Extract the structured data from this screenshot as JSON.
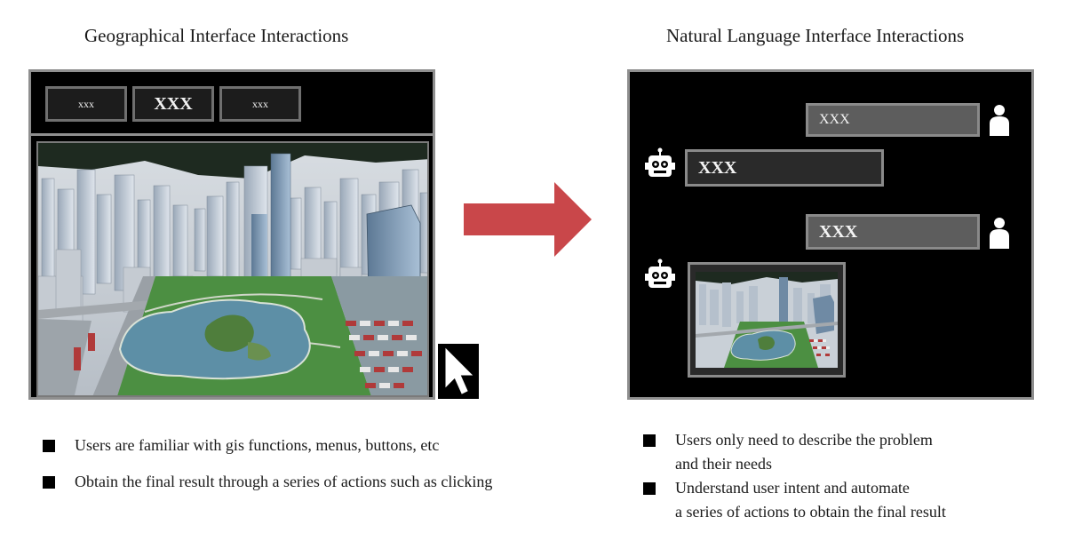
{
  "left_panel": {
    "title": "Geographical Interface Interactions",
    "toolbar_buttons": [
      "xxx",
      "XXX",
      "xxx"
    ],
    "bullets": [
      "Users are familiar with gis functions, menus, buttons, etc",
      "Obtain the final result through a series of actions such as clicking"
    ]
  },
  "right_panel": {
    "title": "Natural Language Interface Interactions",
    "messages": {
      "user_1": "XXX",
      "bot_1": "XXX",
      "user_2": "XXX"
    },
    "bullets": [
      [
        "Users only need to describe the problem",
        "and their needs"
      ],
      [
        "Understand user intent and automate",
        "a series of actions to obtain the final result"
      ]
    ]
  },
  "icons": {
    "cursor": "mouse-pointer-icon",
    "arrow": "right-arrow-icon",
    "user": "user-icon",
    "bot": "robot-icon"
  },
  "colors": {
    "arrow": "#c9474a",
    "panel_bg": "#000000",
    "water": "#5d8fa6",
    "park": "#3f8a3a"
  }
}
